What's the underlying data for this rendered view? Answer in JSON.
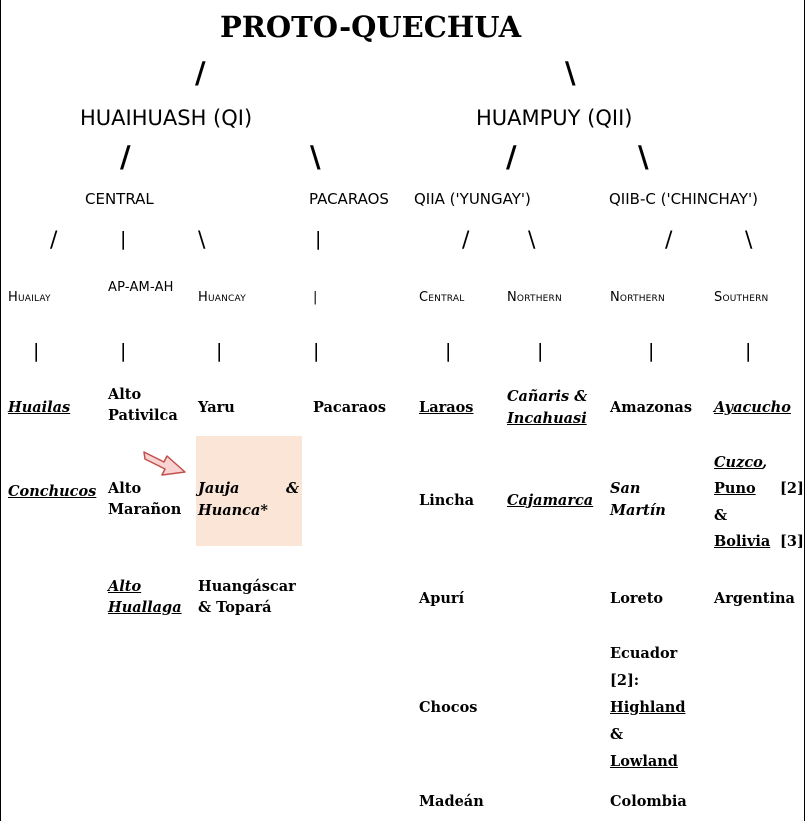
{
  "title": "PROTO-QUECHUA",
  "symbols": {
    "left_branch": "/",
    "right_branch": "\\",
    "pipe": "|"
  },
  "level1": {
    "left": "HUAIHUASH (QI)",
    "right": "HUAMPUY (QII)"
  },
  "level2": {
    "central": "CENTRAL",
    "pacaraos": "PACARAOS",
    "qiia": "QIIA ('YUNGAY')",
    "qiibc": "QIIB-C ('CHINCHAY')"
  },
  "level3": {
    "huailay": "Huailay",
    "apamah": "AP-AM-AH",
    "huancay": "Huancay",
    "pacaraos_bar": "|",
    "central": "Central",
    "northern_a": "Northern",
    "northern_b": "Northern",
    "southern": "Southern"
  },
  "varieties": {
    "huailay": [
      "Huailas",
      "Conchucos"
    ],
    "apamah": [
      "Alto Pativilca",
      "Alto Marañon",
      "Alto Huallaga"
    ],
    "huancay": [
      "Yaru",
      "Jauja",
      "&",
      "Huanca*",
      "Huangáscar & Topará"
    ],
    "pacaraos": [
      "Pacaraos"
    ],
    "qiia_central": [
      "Laraos",
      "Lincha",
      "Apurí",
      "Chocos",
      "Madeán"
    ],
    "qiia_northern": [
      "Cañaris &",
      "Incahuasi",
      "Cajamarca"
    ],
    "qiib_northern": [
      "Amazonas",
      "San",
      "Martín",
      "Loreto",
      "Ecuador",
      "[2]:",
      "Highland",
      "&",
      "Lowland",
      "Colombia"
    ],
    "qiic_southern": [
      "Ayacucho",
      "Cuzco",
      ",",
      "Puno",
      "[2]",
      "&",
      "Bolivia",
      "[3]",
      "Argentina"
    ]
  },
  "colors": {
    "highlight_bg": "#fbe5d6",
    "arrow_fill": "#f8d3d1",
    "arrow_stroke": "#c0504d"
  },
  "icons": {
    "arrow": "right-arrow-icon"
  }
}
